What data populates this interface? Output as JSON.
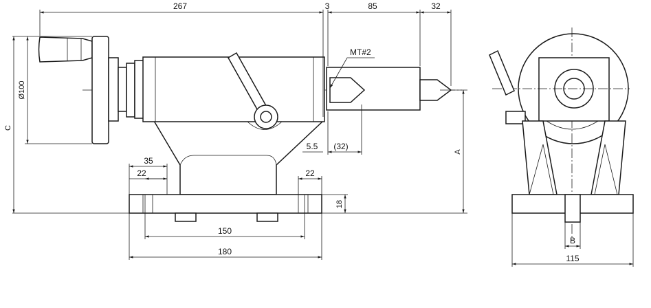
{
  "drawing": {
    "dimensions": {
      "overall_length": "267",
      "gap": "3",
      "quill_extension": "85",
      "center_extension": "32",
      "taper": "MT#2",
      "handwheel_diameter": "Ø100",
      "center_height_total": "C",
      "center_height": "A",
      "offset_small": "5.5",
      "offset_ref": "(32)",
      "slot_outer": "35",
      "slot_inner_left": "22",
      "slot_inner_right": "22",
      "base_thickness": "18",
      "slot_spacing": "150",
      "base_length": "180",
      "key_width": "B",
      "base_width": "115"
    }
  }
}
